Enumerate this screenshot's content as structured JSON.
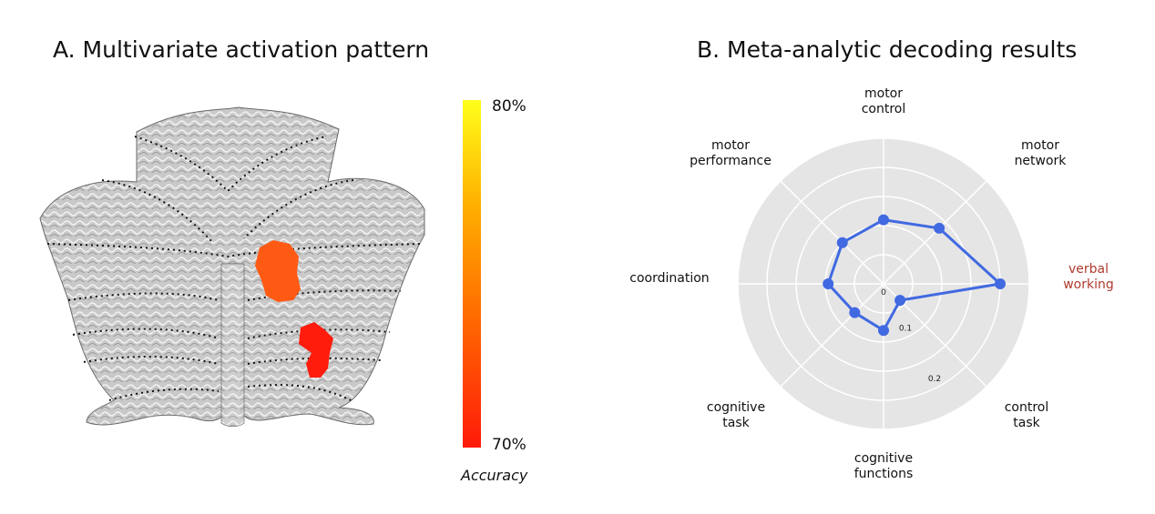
{
  "panel_a": {
    "title": "A. Multivariate activation pattern",
    "colorbar": {
      "max_label": "80%",
      "min_label": "70%",
      "title": "Accuracy",
      "colors": [
        "#ffff1a",
        "#ffb000",
        "#ff7000",
        "#ff1a0a"
      ]
    },
    "image": "cerebellar-flatmap-with-lobule-boundaries",
    "clusters": [
      {
        "name": "upper-cluster",
        "color": "#ff5a14"
      },
      {
        "name": "lower-cluster",
        "color": "#ff1c0c"
      }
    ]
  },
  "panel_b": {
    "title": "B. Meta-analytic decoding results"
  },
  "chart_data": {
    "type": "radar",
    "title": "B. Meta-analytic decoding results",
    "axes": [
      {
        "label": [
          "motor",
          "control"
        ],
        "value": 0.11
      },
      {
        "label": [
          "motor",
          "network"
        ],
        "value": 0.135
      },
      {
        "label": [
          "verbal",
          "working"
        ],
        "value": 0.2,
        "highlight": true
      },
      {
        "label": [
          "control",
          "task"
        ],
        "value": 0.04
      },
      {
        "label": [
          "cognitive",
          "functions"
        ],
        "value": 0.08
      },
      {
        "label": [
          "cognitive",
          "task"
        ],
        "value": 0.07
      },
      {
        "label": [
          "coordination"
        ],
        "value": 0.095
      },
      {
        "label": [
          "motor",
          "performance"
        ],
        "value": 0.1
      }
    ],
    "rmax": 0.25,
    "grid_rings": [
      0.05,
      0.1,
      0.15,
      0.2,
      0.25
    ],
    "tick_labels": [
      {
        "text": "0",
        "value": 0
      },
      {
        "text": "0.1",
        "value": 0.1
      },
      {
        "text": "0.2",
        "value": 0.2
      }
    ],
    "series_color": "#4169e1",
    "highlight_color": "#b03a2e",
    "background_color": "#e5e5e5",
    "grid": true
  }
}
